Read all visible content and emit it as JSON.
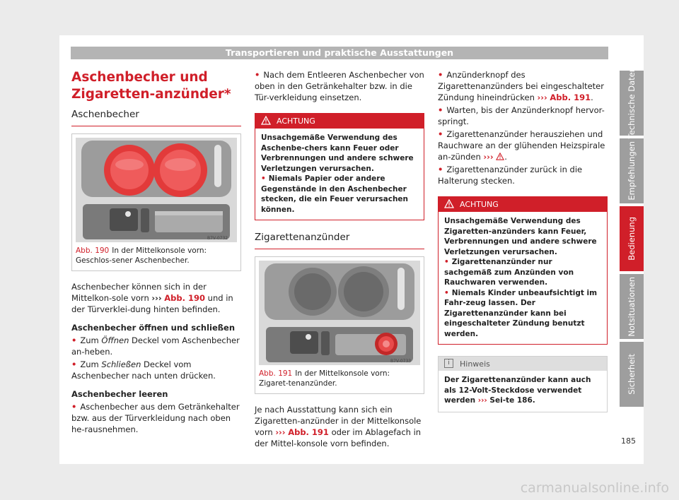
{
  "header": {
    "title": "Transportieren und praktische Ausstattungen"
  },
  "col1": {
    "title": "Aschenbecher und Zigaretten-anzünder*",
    "subtitle": "Aschenbecher",
    "figure": {
      "code": "B7V-0732",
      "label": "Abb. 190",
      "caption": "In der Mittelkonsole vorn: Geschlos-sener Aschenbecher."
    },
    "p1_a": "Aschenbecher können sich in der Mittelkon-sole vorn ",
    "p1_arrows": "›››",
    "p1_ref": "Abb. 190",
    "p1_b": " und in der Türverklei-dung hinten befinden.",
    "h_open": "Aschenbecher öffnen und schließen",
    "b1_a": "Zum ",
    "b1_em": "Öffnen",
    "b1_b": " Deckel vom Aschenbecher an-heben.",
    "b2_a": "Zum ",
    "b2_em": "Schließen",
    "b2_b": " Deckel vom Aschenbecher nach unten drücken.",
    "h_empty": "Aschenbecher leeren",
    "b3": "Aschenbecher aus dem Getränkehalter bzw. aus der Türverkleidung nach oben he-rausnehmen."
  },
  "col2": {
    "b4": "Nach dem Entleeren Aschenbecher von oben in den Getränkehalter bzw. in die Tür-verkleidung einsetzen.",
    "warn1": {
      "title": "ACHTUNG",
      "text": "Unsachgemäße Verwendung des Aschenbe-chers kann Feuer oder Verbrennungen und andere schwere Verletzungen verursachen.",
      "item": "Niemals Papier oder andere Gegenstände in den Aschenbecher stecken, die ein Feuer verursachen können."
    },
    "subtitle": "Zigarettenanzünder",
    "figure": {
      "code": "B7V-0733",
      "label": "Abb. 191",
      "caption": "In der Mittelkonsole vorn: Zigaret-tenanzünder."
    },
    "p2_a": "Je nach Ausstattung kann sich ein Zigaretten-anzünder in der Mittelkonsole vorn ",
    "p2_arrows": "›››",
    "p2_ref": "Abb. 191",
    "p2_b": " oder im Ablagefach in der Mittel-konsole vorn befinden."
  },
  "col3": {
    "b5_a": "Anzünderknopf des Zigarettenanzünders bei eingeschalteter Zündung hineindrücken ",
    "b5_arrows": "›››",
    "b5_ref": "Abb. 191",
    "b5_b": ".",
    "b6": "Warten, bis der Anzünderknopf hervor-springt.",
    "b7_a": "Zigarettenanzünder herausziehen und Rauchware an der glühenden Heizspirale an-zünden ",
    "b7_arrows": "›››",
    "b7_b": ".",
    "b8": "Zigarettenanzünder zurück in die Halterung stecken.",
    "warn2": {
      "title": "ACHTUNG",
      "text": "Unsachgemäße Verwendung des Zigaretten-anzünders kann Feuer, Verbrennungen und andere schwere Verletzungen verursachen.",
      "item1": "Zigarettenanzünder nur sachgemäß zum Anzünden von Rauchwaren verwenden.",
      "item2": "Niemals Kinder unbeaufsichtigt im Fahr-zeug lassen. Der Zigarettenanzünder kann bei eingeschalteter Zündung benutzt werden."
    },
    "note": {
      "title": "Hinweis",
      "icon_char": "i",
      "text_a": "Der Zigarettenanzünder kann auch als 12-Volt-Steckdose verwendet werden ",
      "arrows": "›››",
      "text_b": " Sei-te 186."
    }
  },
  "tabs": [
    {
      "label": "Technische Daten",
      "active": false
    },
    {
      "label": "Empfehlungen",
      "active": false
    },
    {
      "label": "Bedienung",
      "active": true
    },
    {
      "label": "Notsituationen",
      "active": false
    },
    {
      "label": "Sicherheit",
      "active": false
    }
  ],
  "page_number": "185",
  "watermark": "carmanualsonline.info"
}
